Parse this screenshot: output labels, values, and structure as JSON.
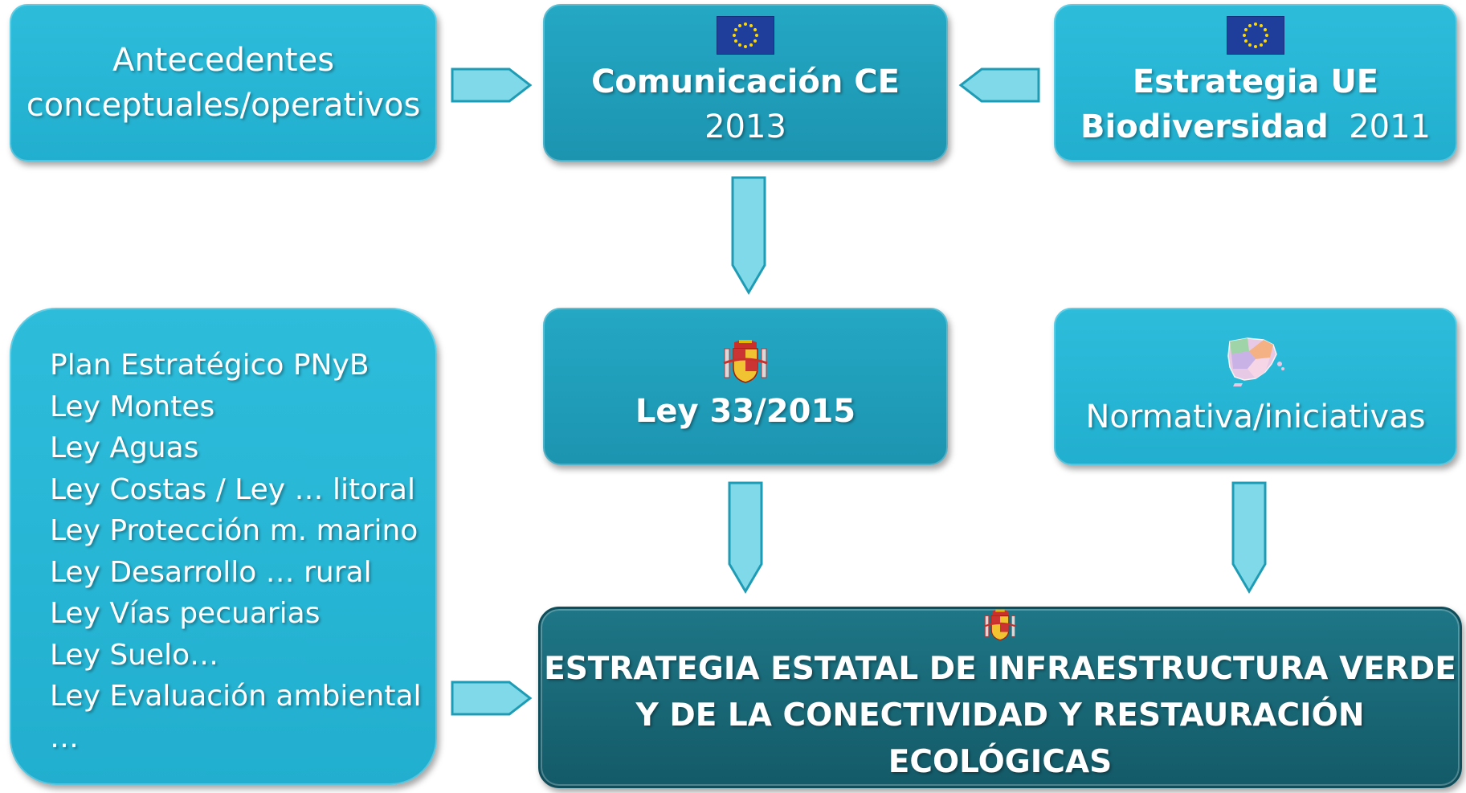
{
  "boxes": {
    "antecedentes": {
      "lines": [
        "Antecedentes",
        "conceptuales/operativos"
      ]
    },
    "comunicacion": {
      "title": "Comunicación CE",
      "year": "2013",
      "icon": "eu-flag-icon"
    },
    "estrategia_ue": {
      "line1": "Estrategia UE",
      "line2_bold": "Biodiversidad",
      "line2_year": "2011",
      "icon": "eu-flag-icon"
    },
    "ley33": {
      "title": "Ley 33/2015",
      "icon": "spain-coat-of-arms-icon"
    },
    "normativa": {
      "title": "Normativa/iniciativas",
      "icon": "spain-map-icon"
    },
    "lista": {
      "items": [
        "Plan Estratégico PNyB",
        "Ley Montes",
        "Ley Aguas",
        "Ley Costas / Ley … litoral",
        "Ley Protección m. marino",
        "Ley Desarrollo … rural",
        "Ley Vías pecuarias",
        "Ley Suelo…",
        "Ley Evaluación ambiental",
        "…"
      ]
    },
    "estrategia_estatal": {
      "line1": "ESTRATEGIA ESTATAL DE INFRAESTRUCTURA VERDE",
      "line2": "Y DE LA CONECTIVIDAD Y RESTAURACIÓN ECOLÓGICAS",
      "icon": "spain-coat-of-arms-icon"
    }
  },
  "colors": {
    "light_box": "#2dbddb",
    "mid_box": "#24a8c4",
    "dark_box": "#145a68",
    "arrow_fill": "#7fd9e8",
    "arrow_stroke": "#1f9cb5"
  }
}
